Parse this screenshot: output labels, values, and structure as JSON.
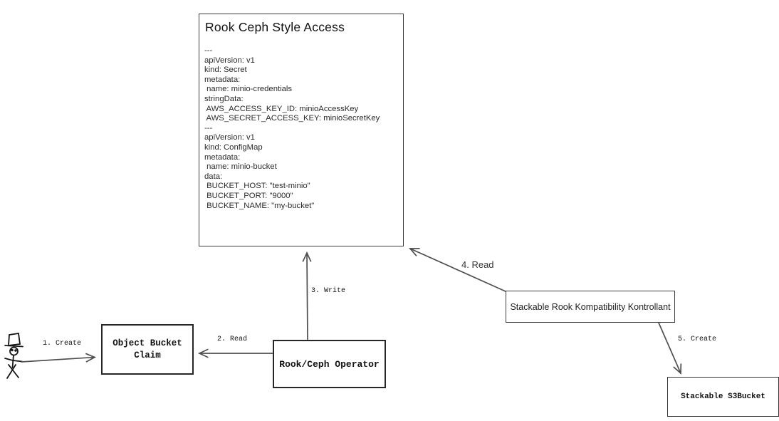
{
  "diagram": {
    "yaml_box": {
      "title": "Rook Ceph Style Access",
      "body": "---\napiVersion: v1\nkind: Secret\nmetadata:\n name: minio-credentials\nstringData:\n AWS_ACCESS_KEY_ID: minioAccessKey\n AWS_SECRET_ACCESS_KEY: minioSecretKey\n---\napiVersion: v1\nkind: ConfigMap\nmetadata:\n name: minio-bucket\ndata:\n BUCKET_HOST: \"test-minio\"\n BUCKET_PORT: \"9000\"\n BUCKET_NAME: \"my-bucket\""
    },
    "nodes": {
      "object_bucket_claim": "Object Bucket\nClaim",
      "rook_ceph_operator": "Rook/Ceph Operator",
      "stackable_kontrollant": "Stackable Rook Kompatibility Kontrollant",
      "stackable_s3bucket": "Stackable S3Bucket"
    },
    "edges": {
      "step1_label": "1. Create",
      "step2_label": "2. Read",
      "step3_label": "3. Write",
      "step4_label": "4. Read",
      "step5_label": "5. Create"
    },
    "icons": {
      "actor": "stick-figure-person-icon"
    },
    "colors": {
      "background": "#ffffff",
      "box_border": "#333333",
      "connector": "#4f4f4f",
      "text": "#1a1a1a"
    }
  }
}
